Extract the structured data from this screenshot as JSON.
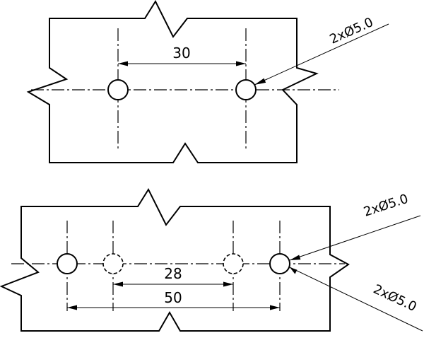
{
  "top_view": {
    "dimension": "30",
    "callout": "2xØ5.0"
  },
  "bottom_view": {
    "inner_dimension": "28",
    "outer_dimension": "50",
    "callout_upper": "2xØ5.0",
    "callout_lower": "2xØ5.0"
  }
}
